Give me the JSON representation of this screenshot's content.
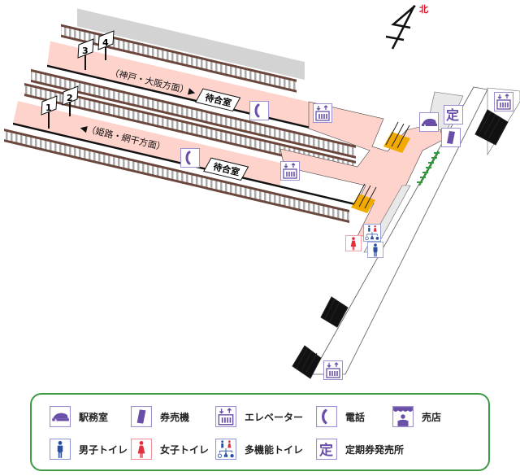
{
  "map": {
    "north_label": "北",
    "platform_numbers": [
      "1",
      "2",
      "3",
      "4"
    ],
    "direction_upper": "（神戸・大阪方面）▶",
    "direction_lower": "◀（姫路・網干方面）",
    "waiting_room_upper": "待合室",
    "waiting_room_lower": "待合室",
    "commuter_pass_icon": "定"
  },
  "legend": {
    "items": [
      {
        "icon": "station-office-icon",
        "label": "駅務室"
      },
      {
        "icon": "ticket-machine-icon",
        "label": "券売機"
      },
      {
        "icon": "elevator-icon",
        "label": "エレベーター"
      },
      {
        "icon": "phone-icon",
        "label": "電話"
      },
      {
        "icon": "shop-icon",
        "label": "売店"
      },
      {
        "icon": "mens-toilet-icon",
        "label": "男子トイレ"
      },
      {
        "icon": "womens-toilet-icon",
        "label": "女子トイレ"
      },
      {
        "icon": "multipurpose-toilet-icon",
        "label": "多機能トイレ"
      },
      {
        "icon": "commuter-pass-office-icon",
        "label": "定期券発売所",
        "glyph": "定"
      }
    ]
  },
  "colors": {
    "icon": "#6a4fa8",
    "platform": "#fdd3cc",
    "legend_border": "#3f9a45",
    "turnstile": "#2e9a3a",
    "escalator": "#f2a900",
    "north": "#e0102a"
  }
}
